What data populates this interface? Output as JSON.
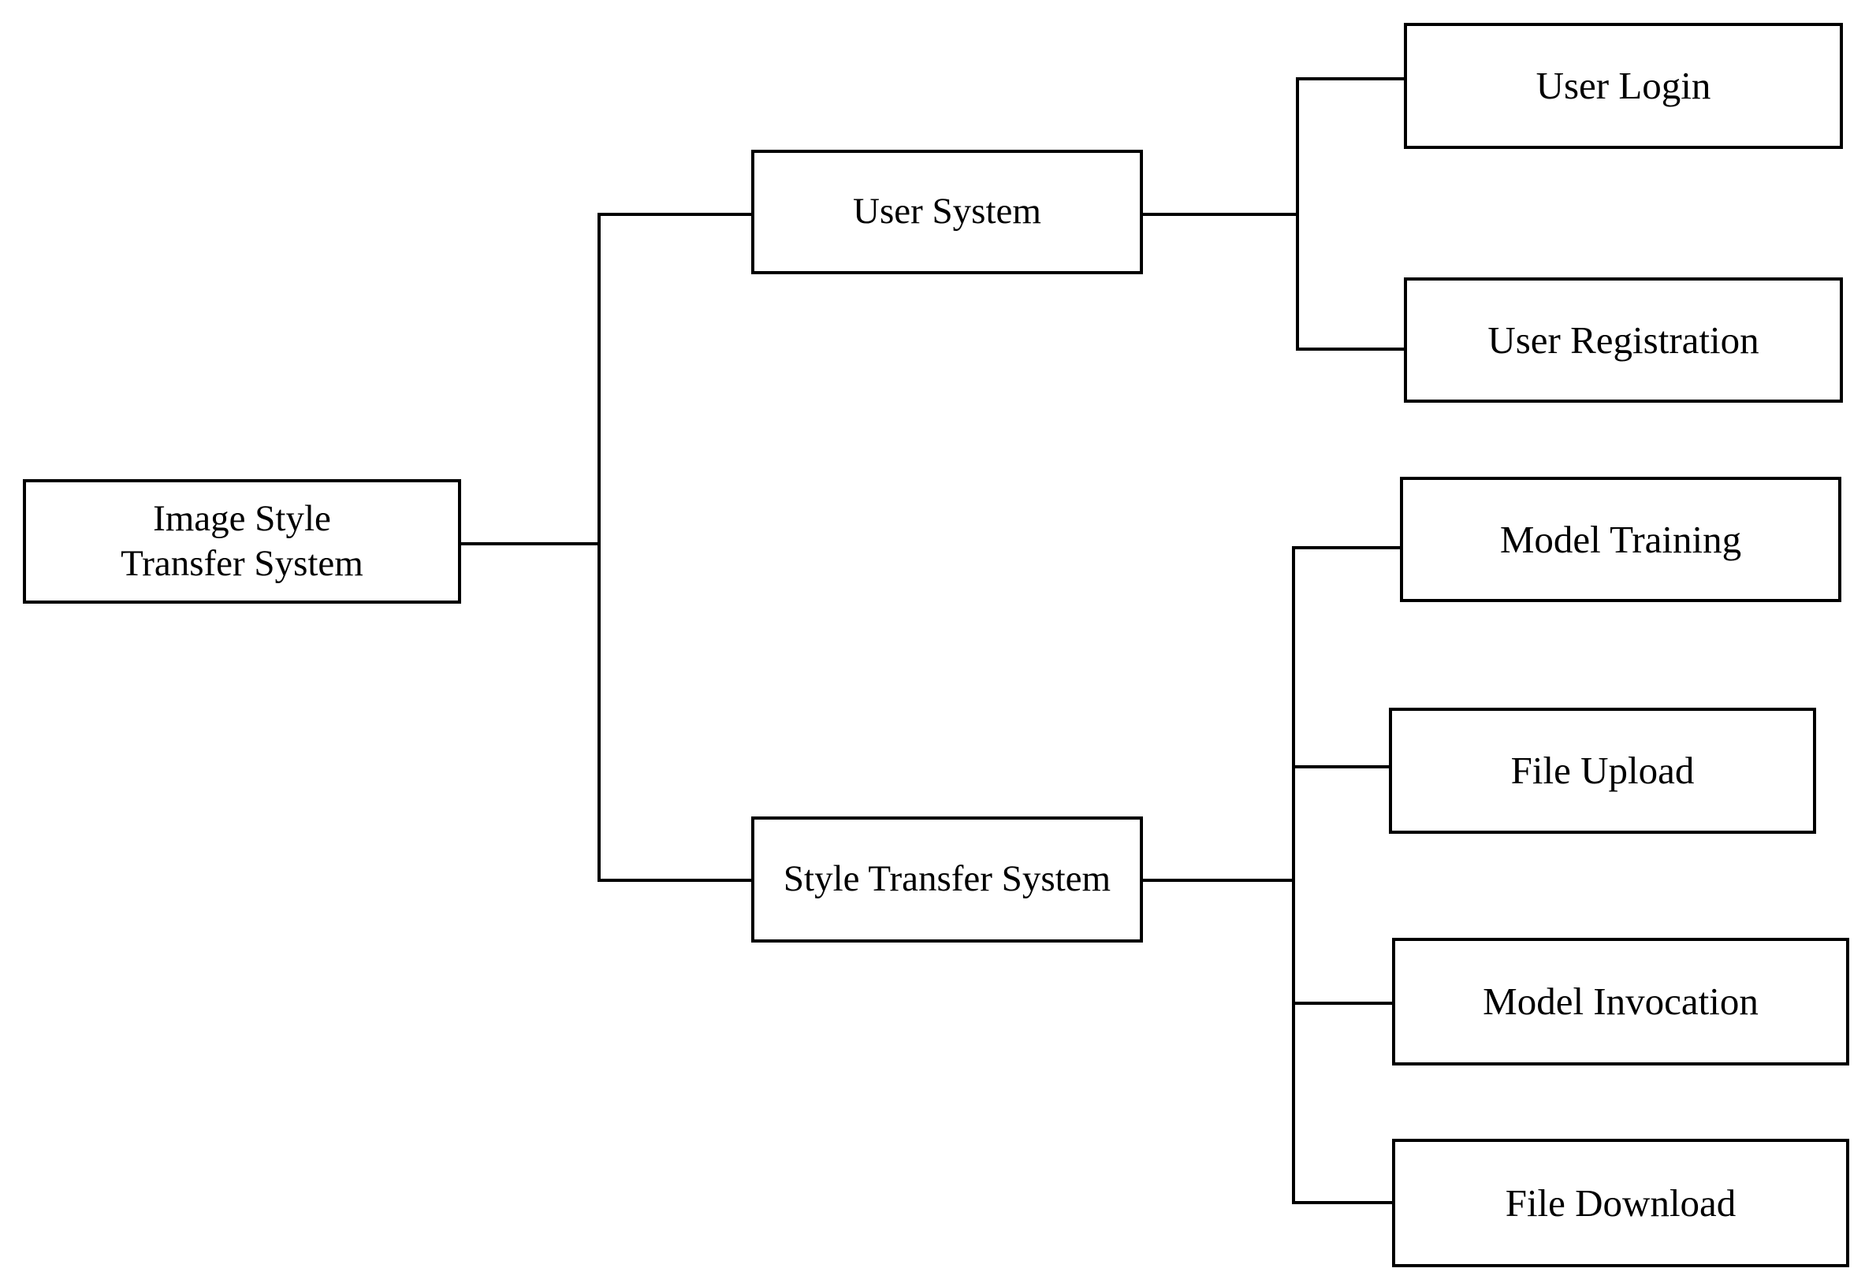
{
  "diagram": {
    "type": "tree-hierarchy-diagram",
    "title": "Image Style Transfer System functional decomposition",
    "orientation": "left-to-right",
    "colors": {
      "background": "#ffffff",
      "box_border": "#000000",
      "box_fill": "#ffffff",
      "connector": "#000000",
      "text": "#000000"
    },
    "nodes": {
      "root": {
        "label": "Image Style\nTransfer System",
        "line1": "Image Style",
        "line2": "Transfer System",
        "level": 1
      },
      "user_system": {
        "label": "User System",
        "level": 2
      },
      "style_transfer_system": {
        "label": "Style Transfer System",
        "level": 2
      },
      "user_login": {
        "label": "User Login",
        "level": 3
      },
      "user_registration": {
        "label": "User Registration",
        "level": 3
      },
      "model_training": {
        "label": "Model Training",
        "level": 3
      },
      "file_upload": {
        "label": "File Upload",
        "level": 3
      },
      "model_invocation": {
        "label": "Model Invocation",
        "level": 3
      },
      "file_download": {
        "label": "File Download",
        "level": 3
      }
    },
    "edges": [
      {
        "from": "root",
        "to": "user_system"
      },
      {
        "from": "root",
        "to": "style_transfer_system"
      },
      {
        "from": "user_system",
        "to": "user_login"
      },
      {
        "from": "user_system",
        "to": "user_registration"
      },
      {
        "from": "style_transfer_system",
        "to": "model_training"
      },
      {
        "from": "style_transfer_system",
        "to": "file_upload"
      },
      {
        "from": "style_transfer_system",
        "to": "model_invocation"
      },
      {
        "from": "style_transfer_system",
        "to": "file_download"
      }
    ]
  }
}
